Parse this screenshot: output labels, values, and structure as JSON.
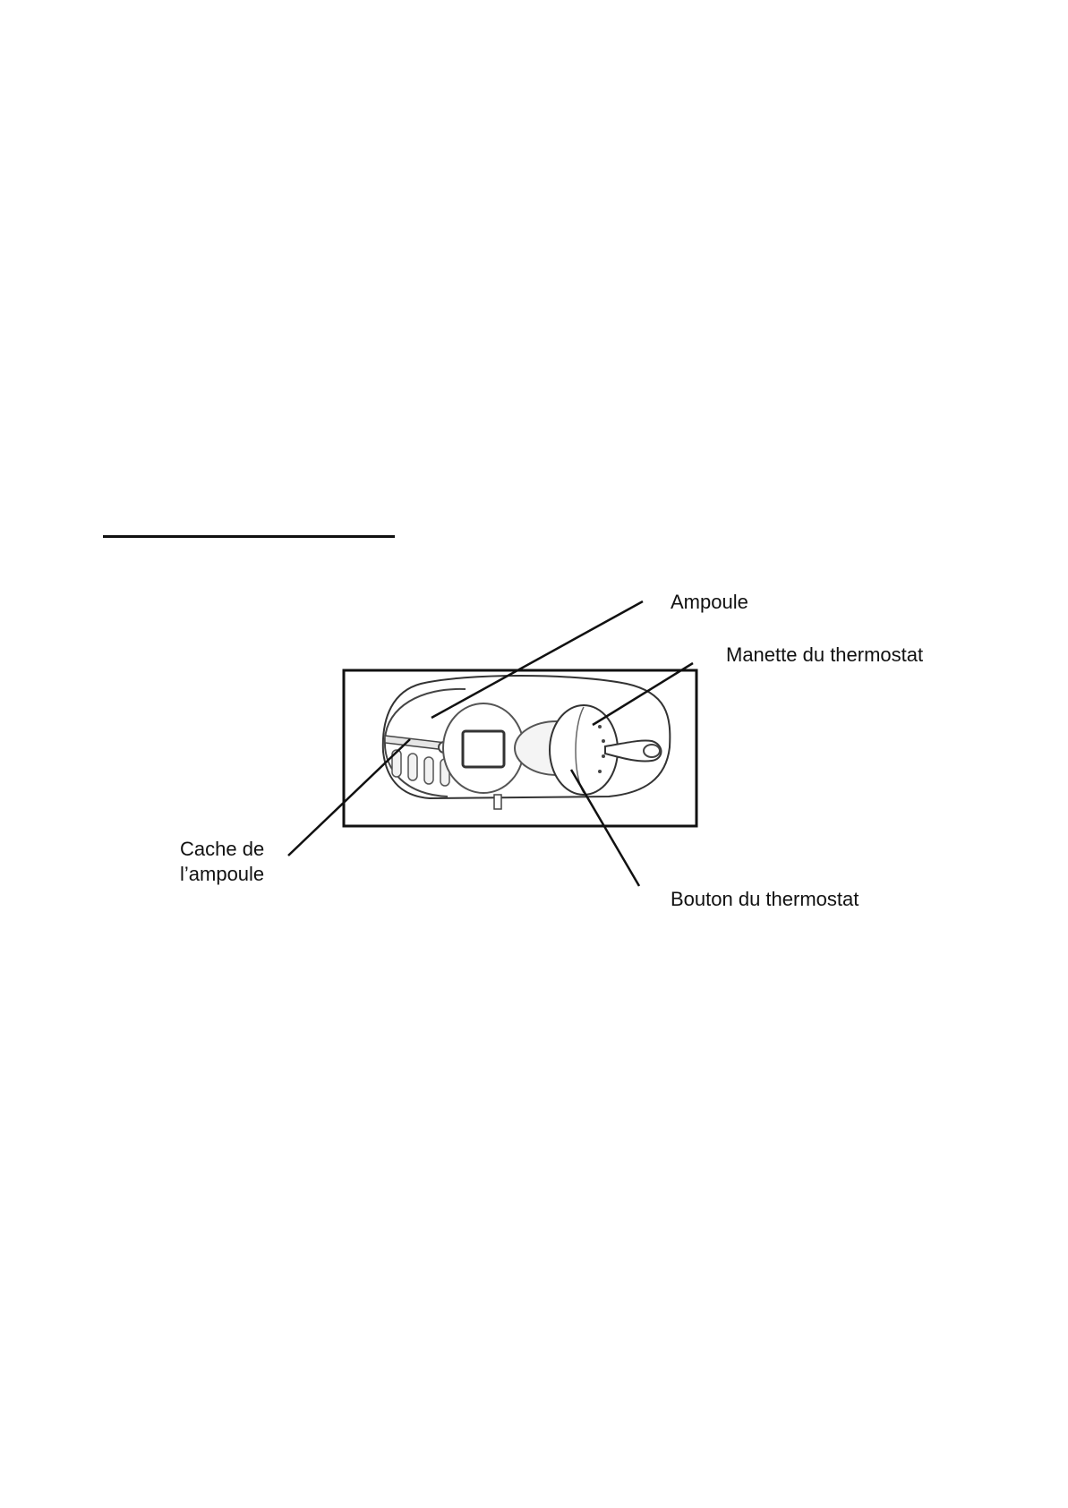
{
  "diagram": {
    "labels": {
      "ampoule": "Ampoule",
      "manette_thermostat": "Manette du thermostat",
      "bouton_thermostat": "Bouton du thermostat",
      "cache_ampoule_line1": "Cache de",
      "cache_ampoule_line2": "l’ampoule"
    }
  },
  "colors": {
    "ink": "#111111",
    "paper": "#ffffff"
  }
}
